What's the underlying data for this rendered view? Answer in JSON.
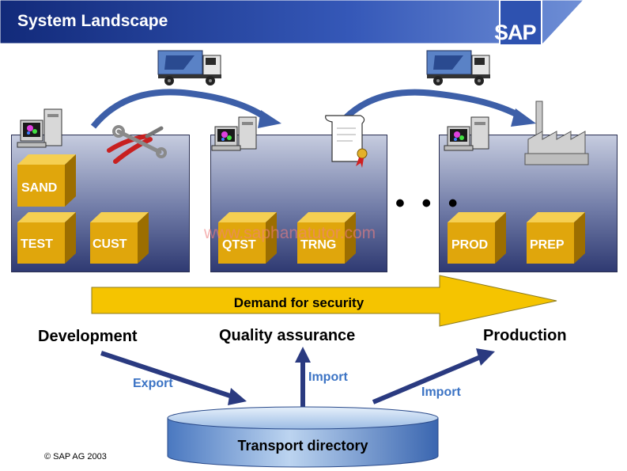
{
  "slide": {
    "title": "System Landscape",
    "logo_text": "SAP",
    "watermark": "www.saphanatutor.com",
    "copyright": "© SAP AG 2003"
  },
  "systems": {
    "development": {
      "cubes": [
        "SAND",
        "TEST",
        "CUST"
      ]
    },
    "quality": {
      "cubes": [
        "QTST",
        "TRNG"
      ]
    },
    "production": {
      "cubes": [
        "PROD",
        "PREP"
      ]
    },
    "ellipsis": "• • •"
  },
  "security_arrow": {
    "label": "Demand for security"
  },
  "stages": {
    "development": "Development",
    "quality": "Quality assurance",
    "production": "Production"
  },
  "flows": {
    "export": "Export",
    "import_quality": "Import",
    "import_production": "Import"
  },
  "transport_directory": {
    "label": "Transport directory"
  },
  "colors": {
    "header_blue": "#1e3a8a",
    "cube_gold": "#e0a60c",
    "arrow_yellow": "#f5c400",
    "flow_arrow": "#2a3a80",
    "flow_text": "#3b73c4"
  },
  "icons": [
    "computer-icon",
    "tools-icon",
    "truck-icon",
    "certificate-icon",
    "factory-icon"
  ]
}
